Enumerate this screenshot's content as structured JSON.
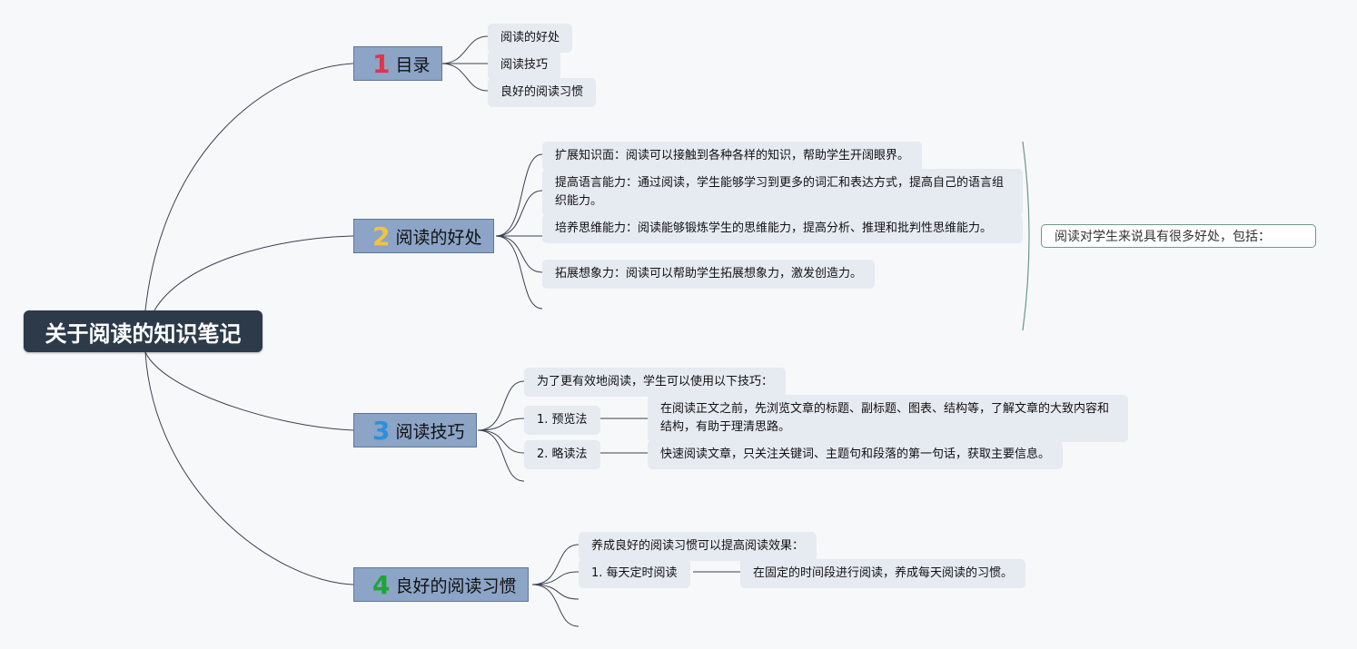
{
  "root": "关于阅读的知识笔记",
  "colors": {
    "num1": "#e0344a",
    "num2": "#f0c43a",
    "num3": "#2e8fdc",
    "num4": "#21a338"
  },
  "branches": {
    "b1": {
      "num": "1",
      "title": "目录",
      "items": [
        "阅读的好处",
        "阅读技巧",
        "良好的阅读习惯"
      ]
    },
    "b2": {
      "num": "2",
      "title": "阅读的好处",
      "items": [
        "扩展知识面：阅读可以接触到各种各样的知识，帮助学生开阔眼界。",
        "提高语言能力：通过阅读，学生能够学习到更多的词汇和表达方式，提高自己的语言组织能力。",
        "培养思维能力：阅读能够锻炼学生的思维能力，提高分析、推理和批判性思维能力。",
        "拓展想象力：阅读可以帮助学生拓展想象力，激发创造力。"
      ],
      "summary": "阅读对学生来说具有很多好处，包括："
    },
    "b3": {
      "num": "3",
      "title": "阅读技巧",
      "intro": "为了更有效地阅读，学生可以使用以下技巧：",
      "techniques": [
        {
          "label": "1. 预览法",
          "detail": "在阅读正文之前，先浏览文章的标题、副标题、图表、结构等，了解文章的大致内容和结构，有助于理清思路。"
        },
        {
          "label": "2. 略读法",
          "detail": "快速阅读文章，只关注关键词、主题句和段落的第一句话，获取主要信息。"
        }
      ]
    },
    "b4": {
      "num": "4",
      "title": "良好的阅读习惯",
      "intro": "养成良好的阅读习惯可以提高阅读效果：",
      "habits": [
        {
          "label": "1. 每天定时阅读",
          "detail": "在固定的时间段进行阅读，养成每天阅读的习惯。"
        }
      ]
    }
  }
}
